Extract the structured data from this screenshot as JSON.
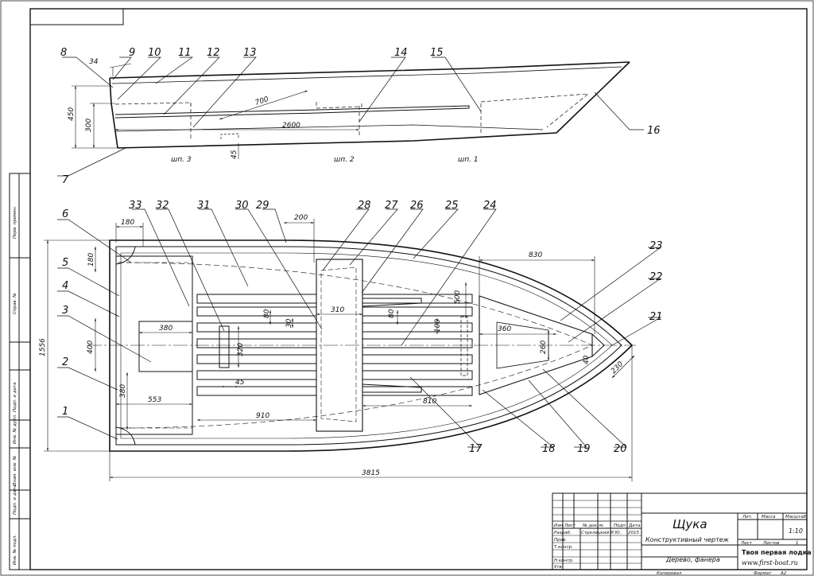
{
  "drawing": {
    "callouts": [
      "1",
      "2",
      "3",
      "4",
      "5",
      "6",
      "7",
      "8",
      "9",
      "10",
      "11",
      "12",
      "13",
      "14",
      "15",
      "16",
      "17",
      "18",
      "19",
      "20",
      "21",
      "22",
      "23",
      "24",
      "25",
      "26",
      "27",
      "28",
      "29",
      "30",
      "31",
      "32",
      "33"
    ],
    "side_view": {
      "dims": {
        "d34": "34",
        "d450": "450",
        "d300": "300",
        "d700": "700",
        "d2600": "2600",
        "d45": "45"
      },
      "frames": {
        "f3": "шп. 3",
        "f2": "шп. 2",
        "f1": "шп. 1"
      }
    },
    "plan_view": {
      "dims": {
        "d180a": "180",
        "d180b": "180",
        "d200": "200",
        "d830": "830",
        "d1556": "1556",
        "d400": "400",
        "d380a": "380",
        "d380b": "380",
        "d553": "553",
        "d80a": "80",
        "d30": "30",
        "d320": "320",
        "d45": "45",
        "d310": "310",
        "d500": "500",
        "d80b": "80",
        "d100": "100",
        "d360": "360",
        "d260": "260",
        "d40": "40",
        "d230": "230",
        "d910": "910",
        "d810": "810",
        "d3815": "3815"
      }
    }
  },
  "side_stamps": [
    "Перв. примен.",
    "Справ. №",
    "Подп. и дата",
    "Инв. № дубл.",
    "Взам. инв. №",
    "Подп. и дата",
    "Инв. № подл."
  ],
  "title_block": {
    "name": "Щука",
    "subtitle": "Конструктивный чертеж",
    "material": "Дерево, фанера",
    "company": "Твоя первая лодка",
    "site": "www.first-boat.ru",
    "col_headers": [
      "Изм",
      "Лист",
      "№ докум.",
      "Подп.",
      "Дата"
    ],
    "roles": [
      "Разраб.",
      "Пров.",
      "Т.контр.",
      "",
      "Н.контр.",
      "Утв."
    ],
    "developer": "Стрелецкий И.Ю.",
    "sign_date_label": "2015",
    "lit_label": "Лит.",
    "mass_label": "Масса",
    "scale_label": "Масштаб",
    "scale_value": "1:10",
    "sheet_label": "Лист",
    "sheets_label": "Листов",
    "sheets_value": "1",
    "copied_label": "Копировал",
    "format_label": "Формат",
    "format_value": "А2"
  }
}
